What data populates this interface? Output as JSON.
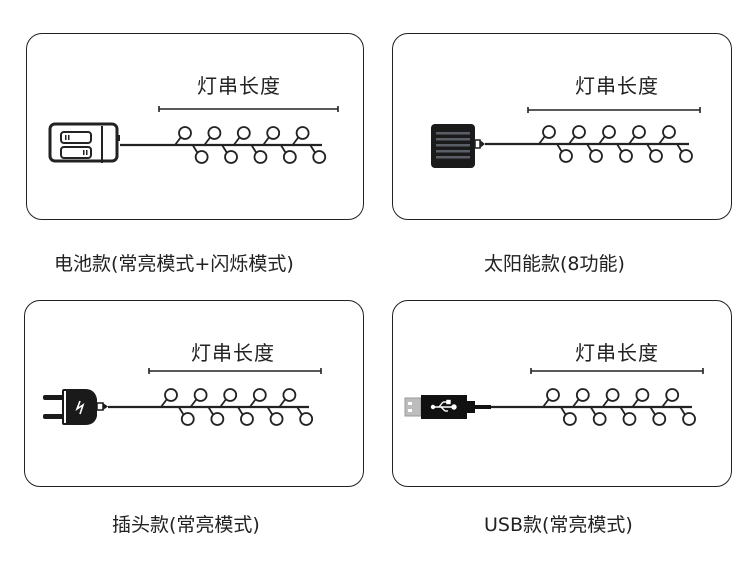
{
  "colors": {
    "stroke": "#222222",
    "background": "#ffffff",
    "solar_stripe": "#5a5e66"
  },
  "panels": [
    {
      "id": "battery",
      "power_icon": "battery-box-icon",
      "length_label": "灯串长度",
      "caption": "电池款(常亮模式+闪烁模式)",
      "bulbs_upper": 5,
      "bulbs_lower": 5
    },
    {
      "id": "solar",
      "power_icon": "solar-panel-icon",
      "length_label": "灯串长度",
      "caption": "太阳能款(8功能)",
      "bulbs_upper": 5,
      "bulbs_lower": 5
    },
    {
      "id": "plug",
      "power_icon": "power-plug-icon",
      "length_label": "灯串长度",
      "caption": "插头款(常亮模式)",
      "bulbs_upper": 5,
      "bulbs_lower": 5
    },
    {
      "id": "usb",
      "power_icon": "usb-plug-icon",
      "length_label": "灯串长度",
      "caption": "USB款(常亮模式)",
      "bulbs_upper": 5,
      "bulbs_lower": 5
    }
  ]
}
